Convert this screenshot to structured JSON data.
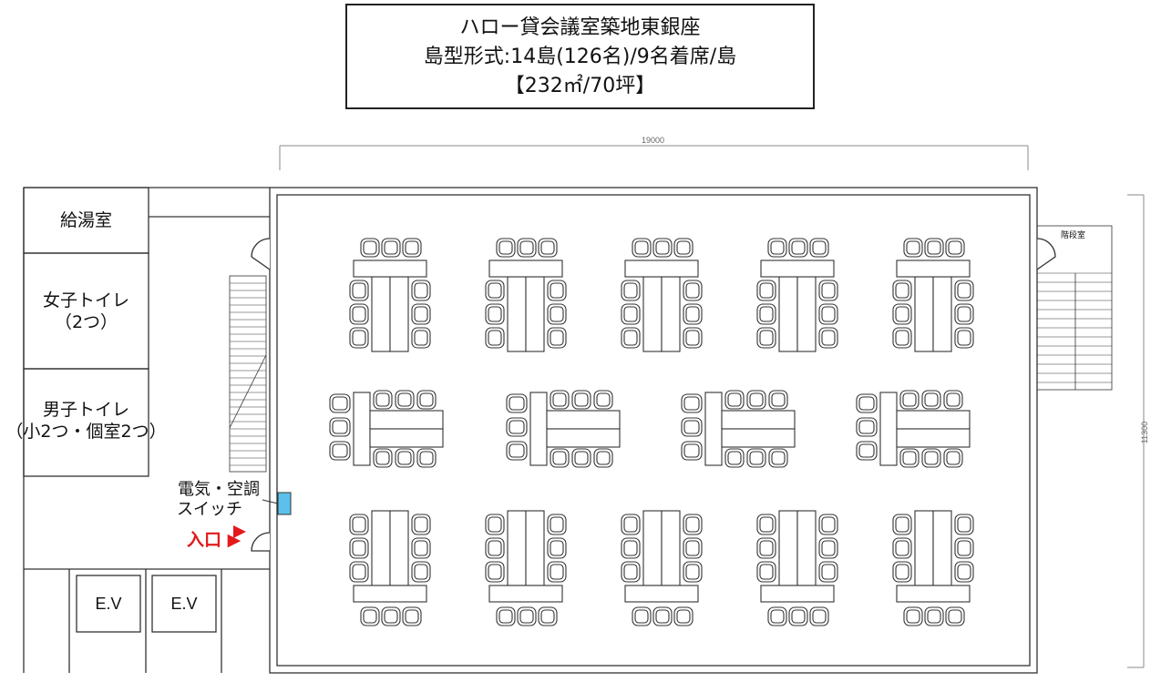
{
  "title": {
    "line1": "ハロー貸会議室築地東銀座",
    "line2": "島型形式:14島(126名)/9名着席/島",
    "line3": "【232㎡/70坪】"
  },
  "dimensions": {
    "width": "19000",
    "height": "11300"
  },
  "rooms": {
    "kitchen": "給湯室",
    "womens_toilet": "女子トイレ",
    "womens_toilet_detail": "（2つ）",
    "mens_toilet": "男子トイレ",
    "mens_toilet_detail": "（小2つ・個室2つ）",
    "ev1": "E.V",
    "ev2": "E.V",
    "stairs": "階段室"
  },
  "switch_label": {
    "line1": "電気・空調",
    "line2": "スイッチ"
  },
  "entrance": "入口 ▶",
  "colors": {
    "switch": "#5bc0eb",
    "entrance": "#e3191b",
    "line": "#333333"
  },
  "layout_info": {
    "islands_total": 14,
    "seats_per_island": 9,
    "rows": [
      5,
      4,
      5
    ]
  }
}
